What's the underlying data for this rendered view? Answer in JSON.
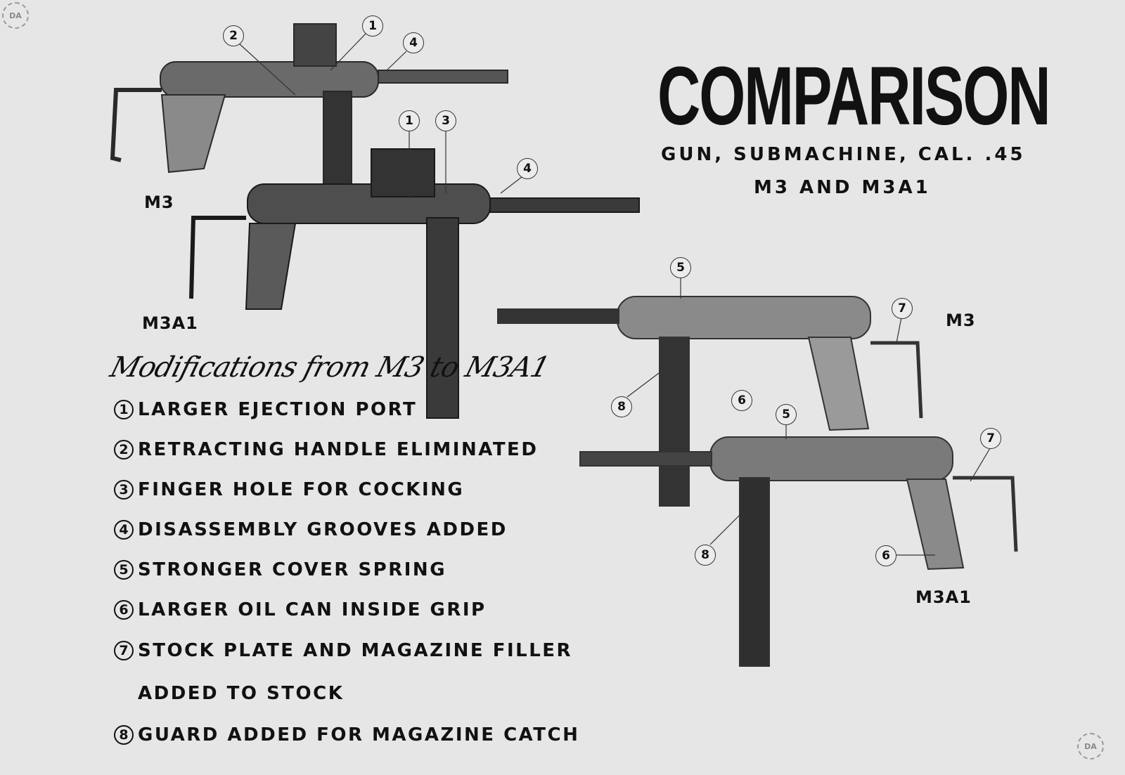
{
  "title": "COMPARISON",
  "subtitle": "GUN, SUBMACHINE, CAL. .45",
  "subtitle2": "M3 AND M3A1",
  "labels": {
    "top_m3": "M3",
    "top_m3a1": "M3A1",
    "right_m3": "M3",
    "right_m3a1": "M3A1"
  },
  "modifications_heading": "Modifications from M3 to M3A1",
  "modifications": [
    {
      "num": "1",
      "text": "LARGER EJECTION PORT"
    },
    {
      "num": "2",
      "text": "RETRACTING HANDLE ELIMINATED"
    },
    {
      "num": "3",
      "text": "FINGER HOLE FOR COCKING"
    },
    {
      "num": "4",
      "text": "DISASSEMBLY GROOVES ADDED"
    },
    {
      "num": "5",
      "text": "STRONGER COVER SPRING"
    },
    {
      "num": "6",
      "text": "LARGER OIL CAN INSIDE GRIP"
    },
    {
      "num": "7",
      "text": "STOCK PLATE AND MAGAZINE FILLER"
    },
    {
      "num": "",
      "text": "ADDED TO STOCK"
    },
    {
      "num": "8",
      "text": "GUARD ADDED FOR MAGAZINE CATCH"
    }
  ],
  "callouts": [
    "2",
    "1",
    "4",
    "1",
    "3",
    "4",
    "5",
    "7",
    "8",
    "6",
    "5",
    "7",
    "8",
    "6"
  ],
  "watermark": "DA"
}
